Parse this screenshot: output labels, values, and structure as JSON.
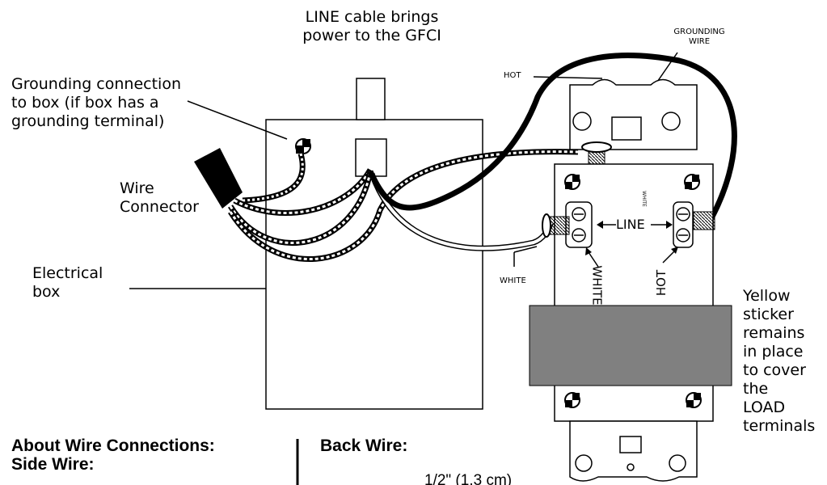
{
  "labels": {
    "line_cable": [
      "LINE cable brings",
      "power to the GFCI"
    ],
    "grounding_connection": [
      "Grounding connection",
      "to box (if box has a",
      "grounding terminal)"
    ],
    "wire_connector": [
      "Wire",
      "Connector"
    ],
    "electrical_box": [
      "Electrical",
      "box"
    ],
    "yellow_sticker": [
      "Yellow",
      "sticker",
      "remains",
      "in place",
      "to cover",
      "the",
      "LOAD",
      "terminals"
    ],
    "hot_wire": "HOT",
    "grounding_wire": [
      "GROUNDING",
      "WIRE"
    ],
    "white_wire": "WHITE",
    "line_terminals": "LINE",
    "white_terminal": "WHITE",
    "hot_terminal": "HOT",
    "tiny_white": "WHITE"
  },
  "sections": {
    "about": [
      "About Wire Connections:",
      "Side Wire:"
    ],
    "back_wire": "Back Wire:",
    "measurement": "1/2\" (1.3 cm)"
  },
  "colors": {
    "ink": "#000000",
    "sticker": "#808080",
    "background": "#ffffff"
  }
}
